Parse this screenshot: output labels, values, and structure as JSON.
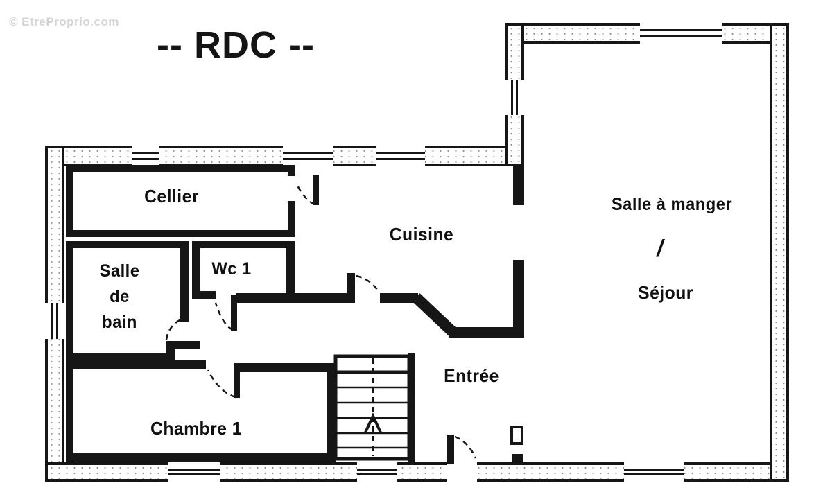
{
  "watermark": "© EtreProprio.com",
  "title": "-- RDC --",
  "floor_plan": {
    "level_name": "RDC",
    "rooms": [
      {
        "id": "cellier",
        "label": "Cellier"
      },
      {
        "id": "cuisine",
        "label": "Cuisine"
      },
      {
        "id": "salle-a-manger",
        "label": "Salle à manger"
      },
      {
        "id": "separator",
        "label": "/"
      },
      {
        "id": "sejour",
        "label": "Séjour"
      },
      {
        "id": "salle-de-bain",
        "label": "Salle\nde\nbain"
      },
      {
        "id": "wc",
        "label": "Wc 1"
      },
      {
        "id": "chambre",
        "label": "Chambre 1"
      },
      {
        "id": "entree",
        "label": "Entrée"
      }
    ],
    "features": [
      "staircase-up",
      "entry-door",
      "pillar"
    ],
    "colors": {
      "wall": "#161616",
      "background": "#ffffff",
      "watermark": "#d5d5d5"
    }
  }
}
